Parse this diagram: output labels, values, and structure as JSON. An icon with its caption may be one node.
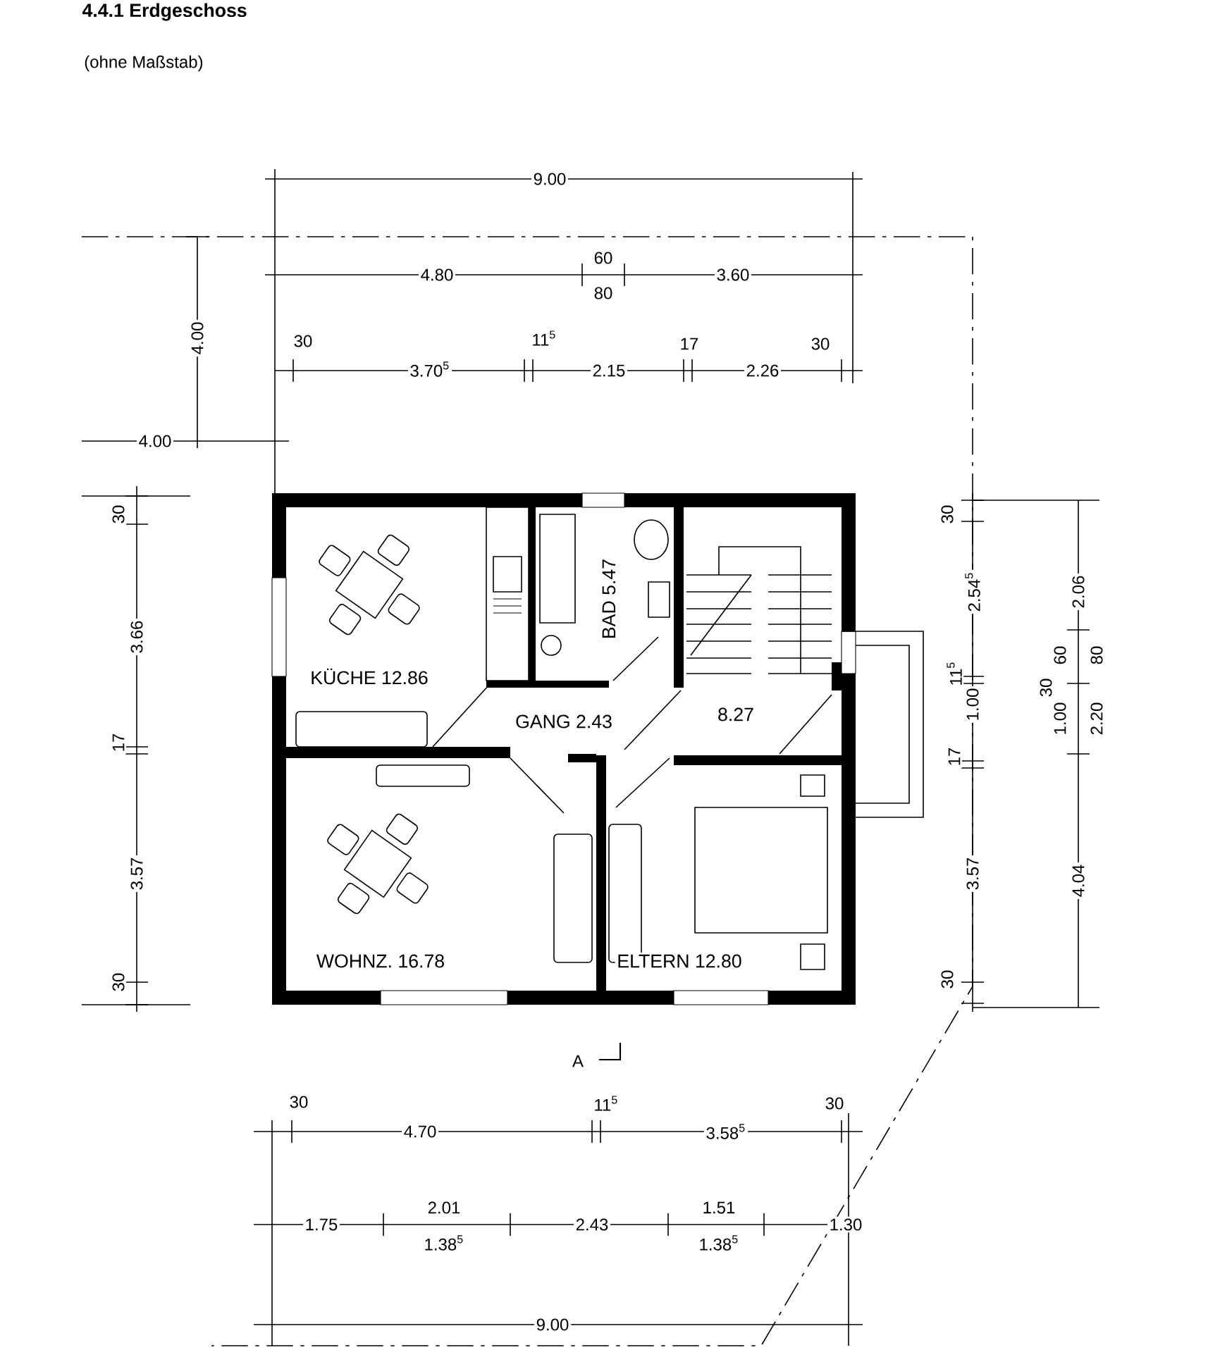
{
  "diagram": {
    "title": "4.4.1 Erdgeschoss",
    "nodes": [
      {
        "text": [
          "KÜCHE 12.86"
        ]
      },
      {
        "text": [
          "BAD 5.47"
        ]
      },
      {
        "text": [
          "GANG 2.43"
        ]
      },
      {
        "text": [
          "8.27"
        ]
      },
      {
        "text": [
          "WOHNZ. 16.78"
        ]
      },
      {
        "text": [
          "ELTERN 12.80"
        ]
      }
    ],
    "edges": [],
    "labels": [
      "(ohne Maßstab)",
      "9.00",
      "4.80",
      "60",
      "80",
      "3.60",
      "30",
      "3.70$^{5}$",
      "11$^{5}$",
      "2.15",
      "17",
      "2.26",
      "30",
      "4.00",
      "4.00",
      "30",
      "3.66",
      "17",
      "3.57",
      "30",
      "30",
      "2.54$^{5}$",
      "11$^{5}$",
      "1.00",
      "17",
      "3.57",
      "30",
      "2.06",
      "60",
      "80",
      "30",
      "1.00",
      "2.20",
      "4.04",
      "A",
      "30",
      "4.70",
      "11$^{5}$",
      "3.58$^{5}$",
      "30",
      "1.75",
      "2.01",
      "1.38$^{5}$",
      "2.43",
      "1.51",
      "1.38$^{5}$",
      "1.30",
      "9.00"
    ]
  }
}
